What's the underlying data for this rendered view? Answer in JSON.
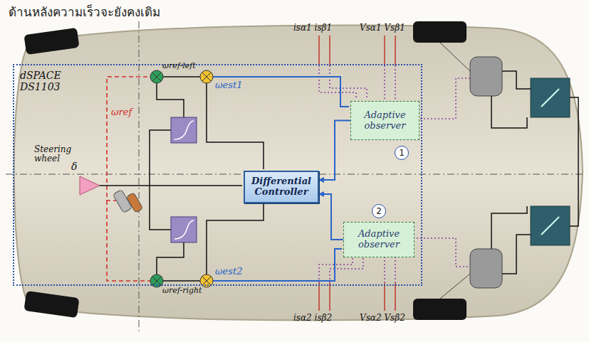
{
  "diagram": {
    "nodes": [
      {
        "text": [
          "dSPACE DS1103"
        ]
      },
      {
        "text": [
          "Differential Controller"
        ],
        "in": 0
      },
      {
        "text": [
          "Adaptive observer"
        ],
        "in": 0
      },
      {
        "text": [
          "Adaptive observer"
        ],
        "in": 0
      },
      {
        "text": [
          "1"
        ],
        "in": 0
      },
      {
        "text": [
          "2"
        ],
        "in": 0
      }
    ],
    "edges": [
      {
        "from": 2,
        "to": 1,
        "arrow": "to"
      },
      {
        "from": 3,
        "to": 1,
        "arrow": "to"
      }
    ],
    "labels": [
      "ด้านหลังความเร็วจะยังคงเดิม",
      "Steering wheel",
      "δ",
      "ωref",
      "ωref-left",
      "ωref-right",
      "ωest1",
      "ωest2",
      "isα1 isβ1",
      "Vsα1 Vsβ1",
      "isα2 isβ2",
      "Vsα2 Vsβ2"
    ]
  }
}
